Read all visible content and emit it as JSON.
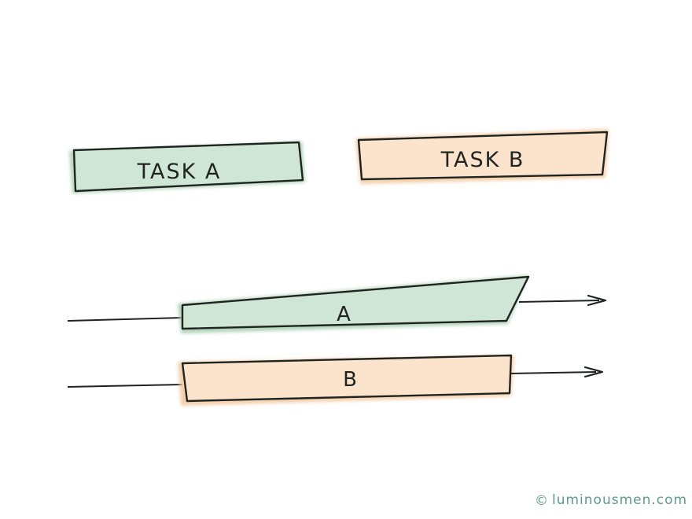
{
  "tasks": {
    "task_a_label": "TASK A",
    "task_b_label": "TASK B"
  },
  "timeline": {
    "bar_a_label": "A",
    "bar_b_label": "B"
  },
  "watermark": {
    "copyright_symbol": "©",
    "site": "luminousmen.com"
  },
  "colors": {
    "task_a_fill": "#cfe6d6",
    "task_a_shadow": "#a9cfb4",
    "task_b_fill": "#fbe3cc",
    "task_b_shadow": "#f2c79c",
    "outline": "#1f2420",
    "watermark": "#5e9a8a"
  }
}
